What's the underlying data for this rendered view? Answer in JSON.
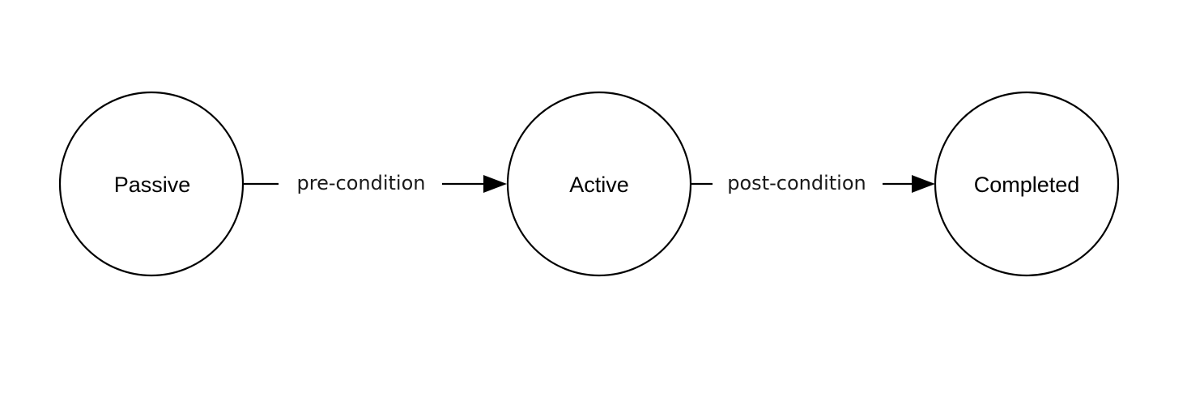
{
  "diagram": {
    "type": "state-flow",
    "states": [
      {
        "id": "passive",
        "label": "Passive"
      },
      {
        "id": "active",
        "label": "Active"
      },
      {
        "id": "completed",
        "label": "Completed"
      }
    ],
    "transitions": [
      {
        "from": "passive",
        "to": "active",
        "label": "pre-condition"
      },
      {
        "from": "active",
        "to": "completed",
        "label": "post-condition"
      }
    ],
    "colors": {
      "stroke": "#000000",
      "background": "#ffffff"
    }
  }
}
